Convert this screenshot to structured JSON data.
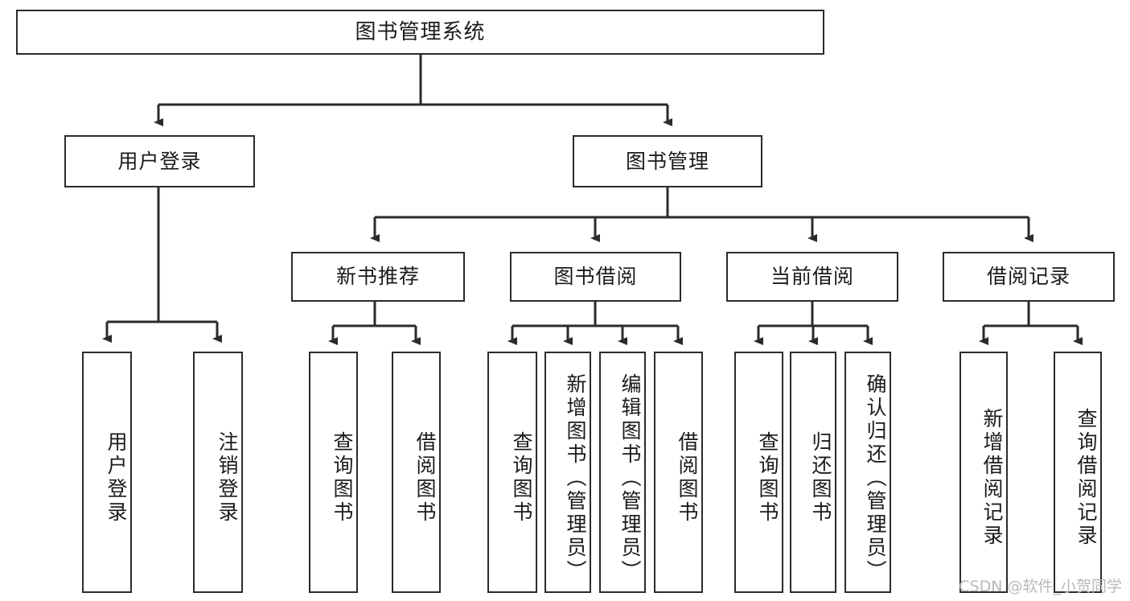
{
  "diagram": {
    "title_node": {
      "label": "图书管理系统"
    },
    "level2": [
      {
        "id": "user-login",
        "label": "用户登录"
      },
      {
        "id": "book-manage",
        "label": "图书管理"
      }
    ],
    "level3": [
      {
        "id": "new-book-recommend",
        "label": "新书推荐"
      },
      {
        "id": "book-borrow",
        "label": "图书借阅"
      },
      {
        "id": "current-borrow",
        "label": "当前借阅"
      },
      {
        "id": "borrow-record",
        "label": "借阅记录"
      }
    ],
    "leaves": {
      "user_login": [
        {
          "id": "leaf-user-login",
          "label": "用户登录"
        },
        {
          "id": "leaf-logout-login",
          "label": "注销登录"
        }
      ],
      "new_book_recommend": [
        {
          "id": "leaf-query-book-1",
          "label": "查询图书"
        },
        {
          "id": "leaf-borrow-book-1",
          "label": "借阅图书"
        }
      ],
      "book_borrow": [
        {
          "id": "leaf-query-book-2",
          "label": "查询图书"
        },
        {
          "id": "leaf-add-book",
          "label": "新增图书（管理员）"
        },
        {
          "id": "leaf-edit-book",
          "label": "编辑图书（管理员）"
        },
        {
          "id": "leaf-borrow-book-2",
          "label": "借阅图书"
        }
      ],
      "current_borrow": [
        {
          "id": "leaf-query-book-3",
          "label": "查询图书"
        },
        {
          "id": "leaf-return-book",
          "label": "归还图书"
        },
        {
          "id": "leaf-confirm-return",
          "label": "确认归还（管理员）"
        }
      ],
      "borrow_record": [
        {
          "id": "leaf-add-record",
          "label": "新增借阅记录"
        },
        {
          "id": "leaf-query-record",
          "label": "查询借阅记录"
        }
      ]
    }
  },
  "watermark": {
    "text": "CSDN @软件_小贺同学"
  },
  "colors": {
    "stroke": "#2b2b2b",
    "background": "#ffffff",
    "text": "#1b1b1b",
    "watermark": "#b9b9b9"
  }
}
